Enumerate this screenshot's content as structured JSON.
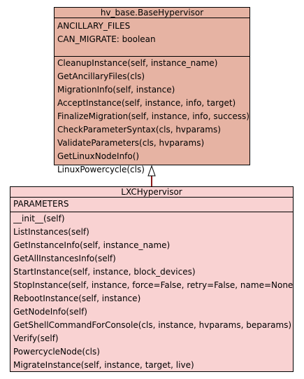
{
  "colors": {
    "base_fill": "#e6b3a3",
    "derived_fill": "#f9d2d2",
    "border": "#000000",
    "edge": "#8b1a1a"
  },
  "base_class": {
    "name": "hv_base.BaseHypervisor",
    "attributes": [
      "ANCILLARY_FILES",
      "CAN_MIGRATE: boolean"
    ],
    "methods": [
      "CleanupInstance(self, instance_name)",
      "GetAncillaryFiles(cls)",
      "MigrationInfo(self, instance)",
      "AcceptInstance(self, instance, info, target)",
      "FinalizeMigration(self, instance, info, success)",
      "CheckParameterSyntax(cls, hvparams)",
      "ValidateParameters(cls, hvparams)",
      "GetLinuxNodeInfo()",
      "LinuxPowercycle(cls)"
    ]
  },
  "derived_class": {
    "name": "LXCHypervisor",
    "attributes": [
      "PARAMETERS"
    ],
    "methods": [
      "__init__(self)",
      "ListInstances(self)",
      "GetInstanceInfo(self, instance_name)",
      "GetAllInstancesInfo(self)",
      "StartInstance(self, instance, block_devices)",
      "StopInstance(self, instance, force=False, retry=False, name=None)",
      "RebootInstance(self, instance)",
      "GetNodeInfo(self)",
      "GetShellCommandForConsole(cls, instance, hvparams, beparams)",
      "Verify(self)",
      "PowercycleNode(cls)",
      "MigrateInstance(self, instance, target, live)"
    ]
  }
}
